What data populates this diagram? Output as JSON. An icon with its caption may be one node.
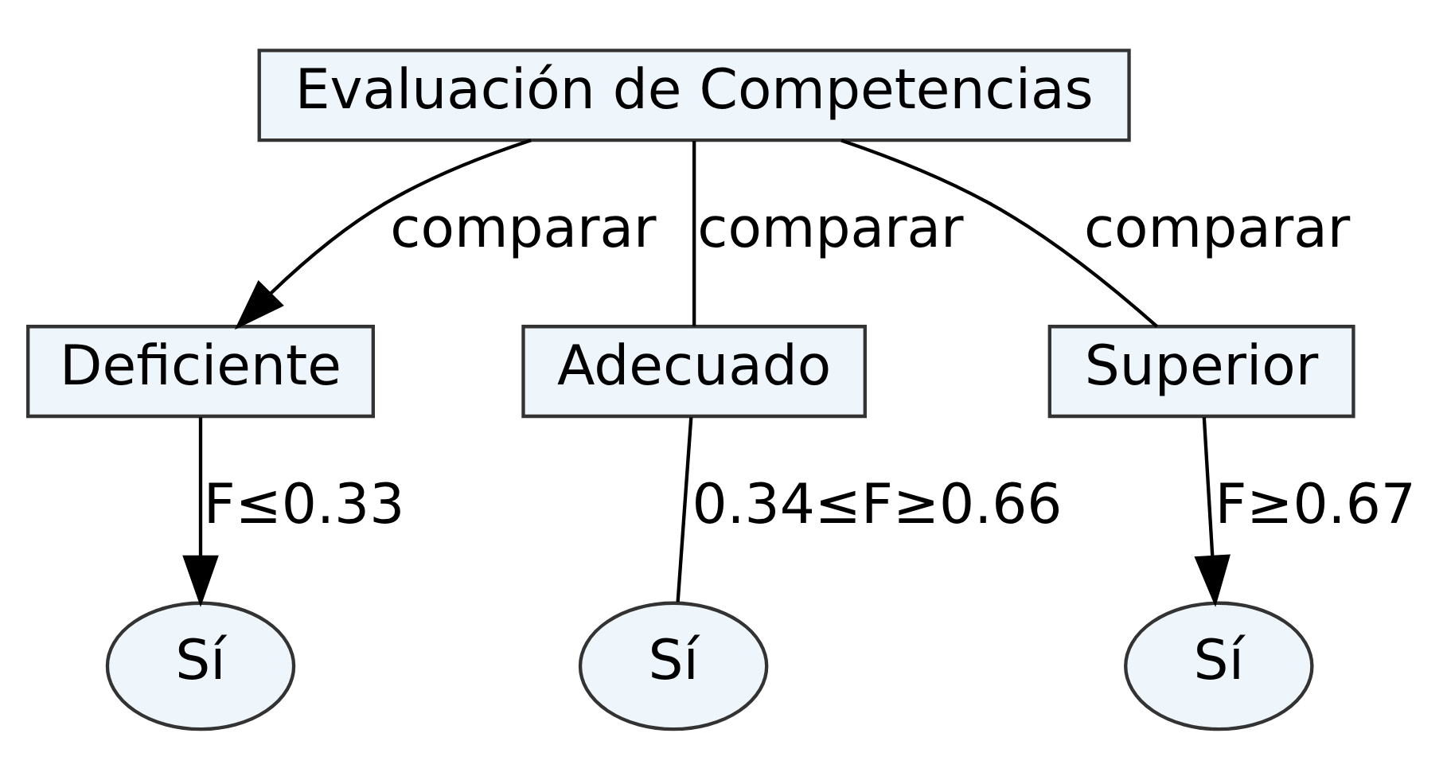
{
  "diagram": {
    "nodes": [
      {
        "text": [
          "Evaluación de Competencias"
        ]
      },
      {
        "text": [
          "Deficiente"
        ]
      },
      {
        "text": [
          "Adecuado"
        ]
      },
      {
        "text": [
          "Superior"
        ]
      },
      {
        "text": [
          "Sí"
        ]
      },
      {
        "text": [
          "Sí"
        ]
      },
      {
        "text": [
          "Sí"
        ]
      }
    ],
    "edges": [
      {
        "from": 0,
        "to": 1,
        "arrow": "to",
        "label": "comparar"
      },
      {
        "from": 0,
        "to": 2,
        "arrow": "none",
        "label": "comparar"
      },
      {
        "from": 0,
        "to": 3,
        "arrow": "none",
        "label": "comparar"
      },
      {
        "from": 1,
        "to": 4,
        "arrow": "to",
        "label": "F≤0.33"
      },
      {
        "from": 2,
        "to": 5,
        "arrow": "none",
        "label": "0.34≤F≥0.66"
      },
      {
        "from": 3,
        "to": 6,
        "arrow": "to",
        "label": "F≥0.67"
      }
    ]
  }
}
